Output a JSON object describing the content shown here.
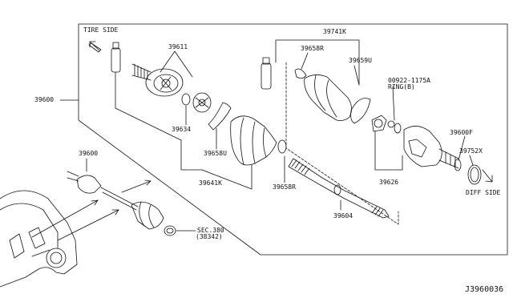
{
  "corner_labels": {
    "tire_side": "TIRE SIDE",
    "diff_side": "DIFF SIDE"
  },
  "parts": {
    "p39741k": "39741K",
    "p39658r_top": "39658R",
    "p39659u": "39659U",
    "p00922_l1": "00922-1175A",
    "p00922_l2": "RING(B)",
    "p39611": "39611",
    "p39600_main": "39600",
    "p39634": "39634",
    "p39658u": "39658U",
    "p39641k": "39641K",
    "p39658r_bottom": "39658R",
    "p39604": "39604",
    "p39626": "39626",
    "p39600f": "39600F",
    "p39752x": "39752X",
    "p39600_small": "39600",
    "sec_l1": "SEC.380",
    "sec_l2": "(38342)"
  },
  "diagram_code": "J3960036"
}
